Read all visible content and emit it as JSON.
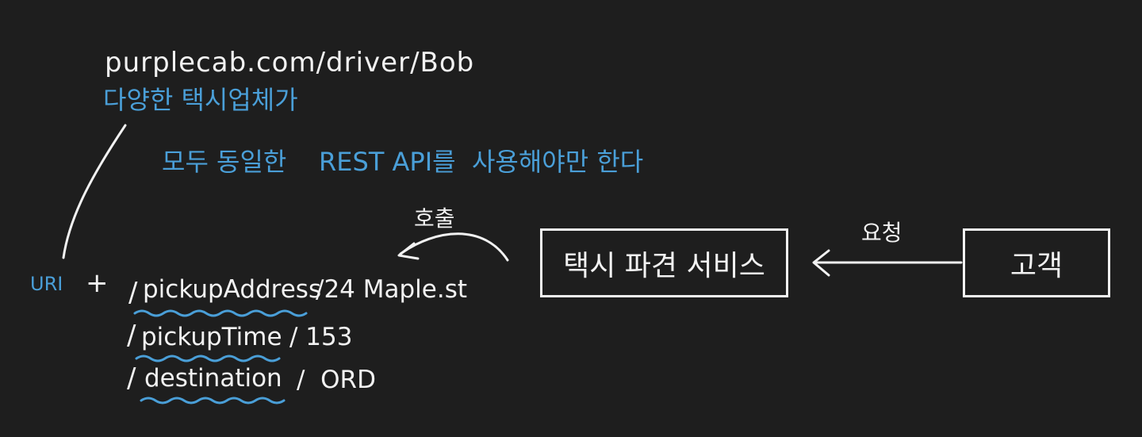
{
  "note": {
    "url": "purplecab.com/driver/Bob",
    "line1": "다양한 택시업체가",
    "line2": "모두 동일한    REST API를  사용해야만 한다"
  },
  "uri": {
    "label": "URI",
    "plus": "+",
    "rows": [
      {
        "slash": "/",
        "param": "pickupAddress",
        "value": "/24 Maple.st"
      },
      {
        "slash": "/",
        "param": "pickupTime",
        "value": "/ 153"
      },
      {
        "slash": "/",
        "param": "destination",
        "value": "/  ORD"
      }
    ]
  },
  "service_box": {
    "label": "택시 파견 서비스"
  },
  "customer_box": {
    "label": "고객"
  },
  "arrows": {
    "request_label": "요청",
    "call_label": "호출"
  },
  "colors": {
    "background": "#1e1e1e",
    "ink": "#f2f2f2",
    "accent": "#4a9fd8"
  }
}
